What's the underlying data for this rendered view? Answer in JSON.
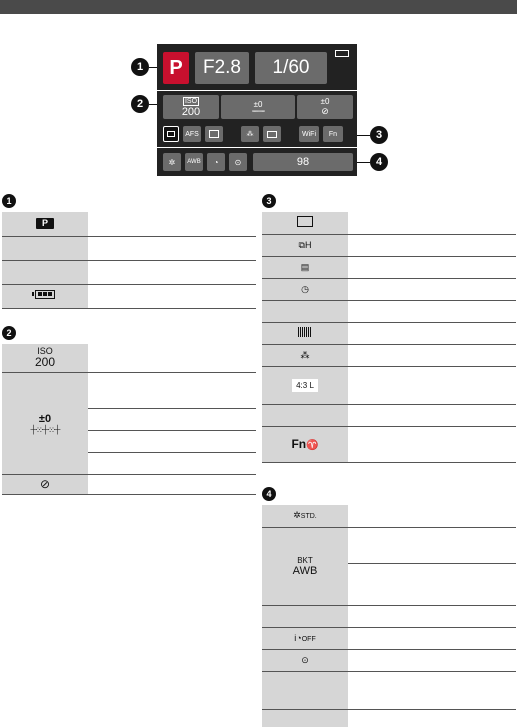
{
  "panel": {
    "mode": "P",
    "aperture": "F2.8",
    "shutter": "1/60",
    "iso_label": "ISO",
    "iso_value": "200",
    "ev_value": "±0",
    "flash_ev": "±0",
    "row3": [
      "AFS",
      "WiFi",
      "Fn"
    ],
    "frames": "98",
    "markers": [
      "1",
      "2",
      "3",
      "4"
    ]
  },
  "sections": {
    "s1": {
      "num": "1"
    },
    "s2": {
      "num": "2",
      "iso_label": "ISO",
      "iso_value": "200",
      "ev": "±0"
    },
    "s3": {
      "num": "3",
      "fn": "Fn"
    },
    "s4": {
      "num": "4",
      "std": "STD.",
      "bkt": "BKT",
      "awb": "AWB",
      "off": "OFF"
    }
  },
  "colors": {
    "tile": "#6b6b6b",
    "panel": "#222222",
    "mode_red": "#c8102e",
    "cell": "#d6d6d6"
  }
}
